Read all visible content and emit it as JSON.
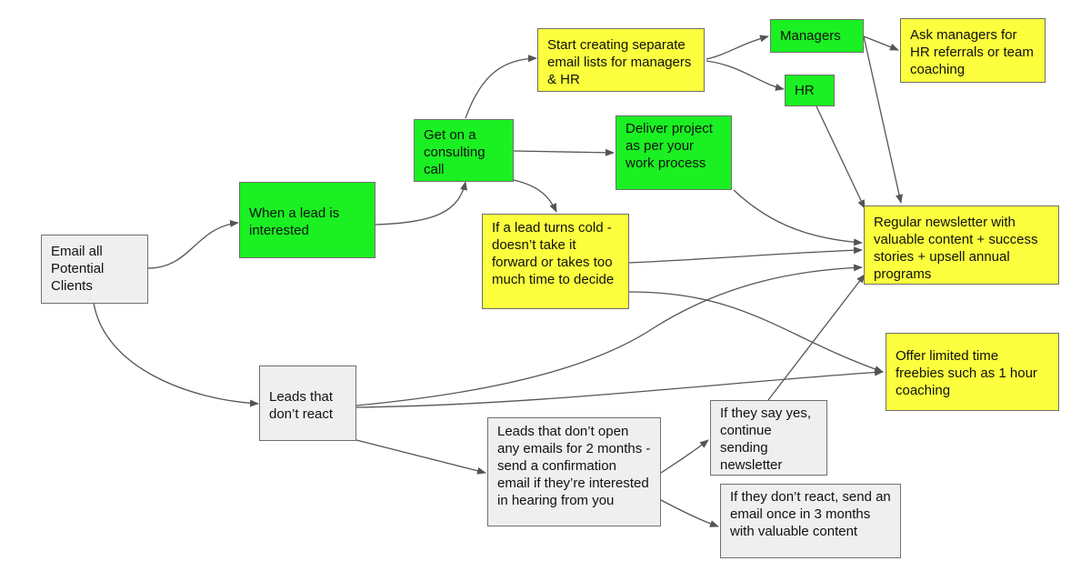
{
  "colors": {
    "grey": "#efefef",
    "green": "#1bf022",
    "yellow": "#fbff3e",
    "border": "#6f6f6f",
    "edge": "#555555"
  },
  "nodes": {
    "email_all": "Email all Potential Clients",
    "lead_interested": "When a lead is interested",
    "consulting_call": "Get on a consulting call",
    "email_lists": "Start creating separate email lists for managers & HR",
    "managers": "Managers",
    "hr": "HR",
    "ask_managers": "Ask managers for HR referrals or team coaching",
    "deliver_project": "Deliver project as per your work process",
    "lead_cold": "If a lead turns cold - doesn’t take it forward or takes too much time to decide",
    "newsletter": "Regular newsletter with valuable content + success stories + upsell annual programs",
    "freebies": "Offer limited time freebies such as 1 hour coaching",
    "no_react": "Leads that don’t react",
    "no_open": "Leads that don’t open any emails for 2 months - send a confirmation email if they’re interested in hearing from you",
    "say_yes": "If they say yes, continue sending newsletter",
    "dont_react": "If they don’t react, send an email once in 3 months with valuable content"
  }
}
